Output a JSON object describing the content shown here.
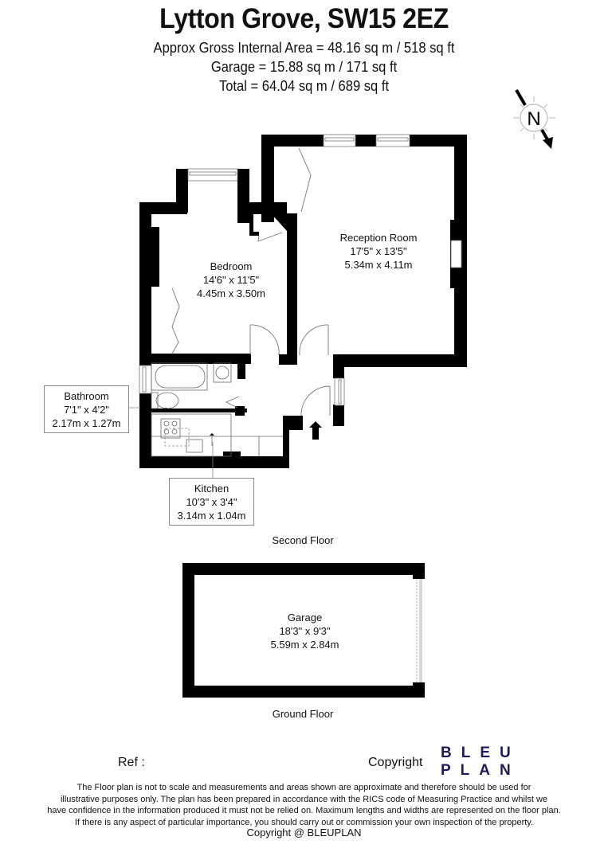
{
  "header": {
    "title": "Lytton Grove, SW15 2EZ",
    "gross_internal_area": "Approx Gross Internal Area = 48.16 sq m / 518 sq ft",
    "garage_area": "Garage = 15.88 sq m / 171 sq ft",
    "total_area": "Total = 64.04 sq m / 689 sq ft"
  },
  "compass": {
    "label": "N",
    "icon": "north-arrow-icon"
  },
  "floors": [
    {
      "name": "Second Floor",
      "rooms": [
        {
          "name": "Reception Room",
          "imperial": "17'5\" x 13'5\"",
          "metric": "5.34m x 4.11m"
        },
        {
          "name": "Bedroom",
          "imperial": "14'6\" x 11'5\"",
          "metric": "4.45m x 3.50m"
        },
        {
          "name": "Bathroom",
          "imperial": "7'1\" x 4'2\"",
          "metric": "2.17m x 1.27m"
        },
        {
          "name": "Kitchen",
          "imperial": "10'3\" x 3'4\"",
          "metric": "3.14m x 1.04m"
        }
      ]
    },
    {
      "name": "Ground Floor",
      "rooms": [
        {
          "name": "Garage",
          "imperial": "18'3\" x 9'3\"",
          "metric": "5.59m x 2.84m"
        }
      ]
    }
  ],
  "footer": {
    "ref_label": "Ref  :",
    "copyright_label": "Copyright",
    "logo_line1": "BLEU",
    "logo_line2": "PLAN",
    "logo_color": "#1f1a5c",
    "disclaimer": [
      "The Floor plan is not to scale and measurements and areas shown are approximate and therefore should be used for",
      "illustrative purposes only. The plan has been prepared in accordance with the RICS code of Measuring Practice and whilst we",
      "have confidence in the information produced it must not be relied on. Maximum lengths and widths are represented on the floor plan.",
      "If there is any aspect of particular importance, you should carry out or commission your own inspection of the property."
    ],
    "copyright_footer": "Copyright @ BLEUPLAN"
  }
}
